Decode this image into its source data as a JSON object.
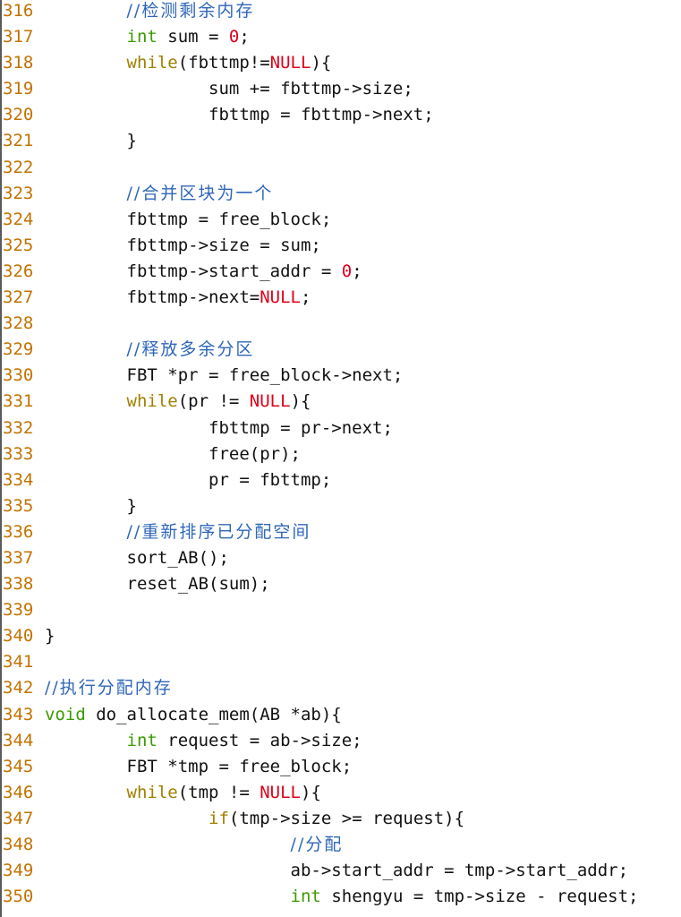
{
  "editor": {
    "colors": {
      "line_number": "#c27200",
      "keyword": "#a08000",
      "type": "#3b9a00",
      "constant": "#e0001a",
      "number": "#e0001a",
      "comment": "#2f67b8",
      "text": "#111111"
    },
    "lines": [
      {
        "n": "316",
        "tokens": [
          {
            "t": "        ",
            "k": "plain"
          },
          {
            "t": "//检测剩余内存",
            "k": "comment"
          }
        ]
      },
      {
        "n": "317",
        "tokens": [
          {
            "t": "        ",
            "k": "plain"
          },
          {
            "t": "int",
            "k": "type"
          },
          {
            "t": " sum = ",
            "k": "plain"
          },
          {
            "t": "0",
            "k": "num"
          },
          {
            "t": ";",
            "k": "plain"
          }
        ]
      },
      {
        "n": "318",
        "tokens": [
          {
            "t": "        ",
            "k": "plain"
          },
          {
            "t": "while",
            "k": "keyword"
          },
          {
            "t": "(fbttmp!=",
            "k": "plain"
          },
          {
            "t": "NULL",
            "k": "const"
          },
          {
            "t": "){",
            "k": "plain"
          }
        ]
      },
      {
        "n": "319",
        "tokens": [
          {
            "t": "                sum += fbttmp->size;",
            "k": "plain"
          }
        ]
      },
      {
        "n": "320",
        "tokens": [
          {
            "t": "                fbttmp = fbttmp->next;",
            "k": "plain"
          }
        ]
      },
      {
        "n": "321",
        "tokens": [
          {
            "t": "        }",
            "k": "plain"
          }
        ]
      },
      {
        "n": "322",
        "tokens": []
      },
      {
        "n": "323",
        "tokens": [
          {
            "t": "        ",
            "k": "plain"
          },
          {
            "t": "//合并区块为一个",
            "k": "comment"
          }
        ]
      },
      {
        "n": "324",
        "tokens": [
          {
            "t": "        fbttmp = free_block;",
            "k": "plain"
          }
        ]
      },
      {
        "n": "325",
        "tokens": [
          {
            "t": "        fbttmp->size = sum;",
            "k": "plain"
          }
        ]
      },
      {
        "n": "326",
        "tokens": [
          {
            "t": "        fbttmp->start_addr = ",
            "k": "plain"
          },
          {
            "t": "0",
            "k": "num"
          },
          {
            "t": ";",
            "k": "plain"
          }
        ]
      },
      {
        "n": "327",
        "tokens": [
          {
            "t": "        fbttmp->next=",
            "k": "plain"
          },
          {
            "t": "NULL",
            "k": "const"
          },
          {
            "t": ";",
            "k": "plain"
          }
        ]
      },
      {
        "n": "328",
        "tokens": []
      },
      {
        "n": "329",
        "tokens": [
          {
            "t": "        ",
            "k": "plain"
          },
          {
            "t": "//释放多余分区",
            "k": "comment"
          }
        ]
      },
      {
        "n": "330",
        "tokens": [
          {
            "t": "        FBT *pr = free_block->next;",
            "k": "plain"
          }
        ]
      },
      {
        "n": "331",
        "tokens": [
          {
            "t": "        ",
            "k": "plain"
          },
          {
            "t": "while",
            "k": "keyword"
          },
          {
            "t": "(pr != ",
            "k": "plain"
          },
          {
            "t": "NULL",
            "k": "const"
          },
          {
            "t": "){",
            "k": "plain"
          }
        ]
      },
      {
        "n": "332",
        "tokens": [
          {
            "t": "                fbttmp = pr->next;",
            "k": "plain"
          }
        ]
      },
      {
        "n": "333",
        "tokens": [
          {
            "t": "                free(pr);",
            "k": "plain"
          }
        ]
      },
      {
        "n": "334",
        "tokens": [
          {
            "t": "                pr = fbttmp;",
            "k": "plain"
          }
        ]
      },
      {
        "n": "335",
        "tokens": [
          {
            "t": "        }",
            "k": "plain"
          }
        ]
      },
      {
        "n": "336",
        "tokens": [
          {
            "t": "        ",
            "k": "plain"
          },
          {
            "t": "//重新排序已分配空间",
            "k": "comment"
          }
        ]
      },
      {
        "n": "337",
        "tokens": [
          {
            "t": "        sort_AB();",
            "k": "plain"
          }
        ]
      },
      {
        "n": "338",
        "tokens": [
          {
            "t": "        reset_AB(sum);",
            "k": "plain"
          }
        ]
      },
      {
        "n": "339",
        "tokens": []
      },
      {
        "n": "340",
        "tokens": [
          {
            "t": "}",
            "k": "plain"
          }
        ]
      },
      {
        "n": "341",
        "tokens": []
      },
      {
        "n": "342",
        "tokens": [
          {
            "t": "//执行分配内存",
            "k": "comment"
          }
        ]
      },
      {
        "n": "343",
        "tokens": [
          {
            "t": "void",
            "k": "type"
          },
          {
            "t": " do_allocate_mem(AB *ab){",
            "k": "plain"
          }
        ]
      },
      {
        "n": "344",
        "tokens": [
          {
            "t": "        ",
            "k": "plain"
          },
          {
            "t": "int",
            "k": "type"
          },
          {
            "t": " request = ab->size;",
            "k": "plain"
          }
        ]
      },
      {
        "n": "345",
        "tokens": [
          {
            "t": "        FBT *tmp = free_block;",
            "k": "plain"
          }
        ]
      },
      {
        "n": "346",
        "tokens": [
          {
            "t": "        ",
            "k": "plain"
          },
          {
            "t": "while",
            "k": "keyword"
          },
          {
            "t": "(tmp != ",
            "k": "plain"
          },
          {
            "t": "NULL",
            "k": "const"
          },
          {
            "t": "){",
            "k": "plain"
          }
        ]
      },
      {
        "n": "347",
        "tokens": [
          {
            "t": "                ",
            "k": "plain"
          },
          {
            "t": "if",
            "k": "keyword"
          },
          {
            "t": "(tmp->size >= request){",
            "k": "plain"
          }
        ]
      },
      {
        "n": "348",
        "tokens": [
          {
            "t": "                        ",
            "k": "plain"
          },
          {
            "t": "//分配",
            "k": "comment"
          }
        ]
      },
      {
        "n": "349",
        "tokens": [
          {
            "t": "                        ab->start_addr = tmp->start_addr;",
            "k": "plain"
          }
        ]
      },
      {
        "n": "350",
        "tokens": [
          {
            "t": "                        ",
            "k": "plain"
          },
          {
            "t": "int",
            "k": "type"
          },
          {
            "t": " shengyu = tmp->size - request;",
            "k": "plain"
          }
        ]
      }
    ]
  }
}
